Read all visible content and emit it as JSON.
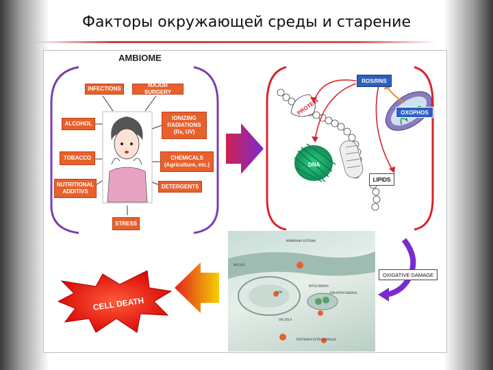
{
  "title": "Факторы окружающей среды и старение",
  "ambiome_label": "AMBIOME",
  "factors": {
    "infections": "INFECTIONS",
    "major_surgery": "MAJOR SURGERY",
    "alcohol": "ALCOHOL",
    "ionizing": "IONIZING RADIATIONS (Rx, UV)",
    "tobacco": "TOBACCO",
    "chemicals": "CHEMICALS (Agriculture, etc.)",
    "nutritional": "NUTRITIONAL ADDITIVS",
    "detergents": "DETERGENTS",
    "stress": "STRESS"
  },
  "cell": {
    "ros_rns": "ROS/RNS",
    "oxophos": "OXOPHOS",
    "protein": "PROTEIN",
    "dna": "DNA",
    "lipids": "LIPIDS"
  },
  "oxidative_damage": "OXIDATIVE DAMAGE",
  "cell_death": "CELL DEATH",
  "micro_labels": {
    "membrane": "MEMBRANA EXTERNA",
    "nucleus": "NUCLEO",
    "mito": "MITOCONDRIA",
    "adn": "ADN",
    "adn_mito": "ADN MITOCONDRIAL",
    "vacuole": "VACUOLA",
    "proteins": "PROTEINAS ESTRUCTURALES"
  },
  "colors": {
    "factor_box": "#e8602b",
    "left_bracket": "#7a3fb0",
    "right_bracket": "#d9232a",
    "ros_box": "#2c5fbf"
  }
}
